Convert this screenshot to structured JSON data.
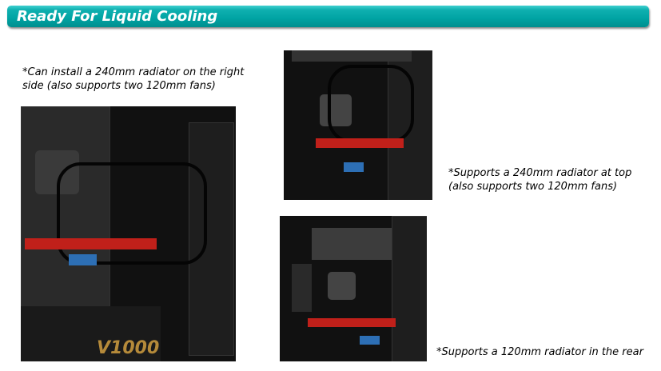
{
  "header": {
    "title": "Ready For Liquid Cooling"
  },
  "captions": {
    "left": [
      "*Can install a 240mm radiator on the right",
      "side (also supports two 120mm fans)"
    ],
    "top_right": [
      "*Supports a 240mm radiator at top",
      "(also supports two 120mm fans)"
    ],
    "bottom_right": "*Supports a 120mm radiator in the rear"
  },
  "photos": {
    "left_psu_logo": "V1000"
  },
  "colors": {
    "banner": "#00a3a3",
    "accent_red": "#c0201a",
    "accent_blue": "#2d6fb5"
  }
}
